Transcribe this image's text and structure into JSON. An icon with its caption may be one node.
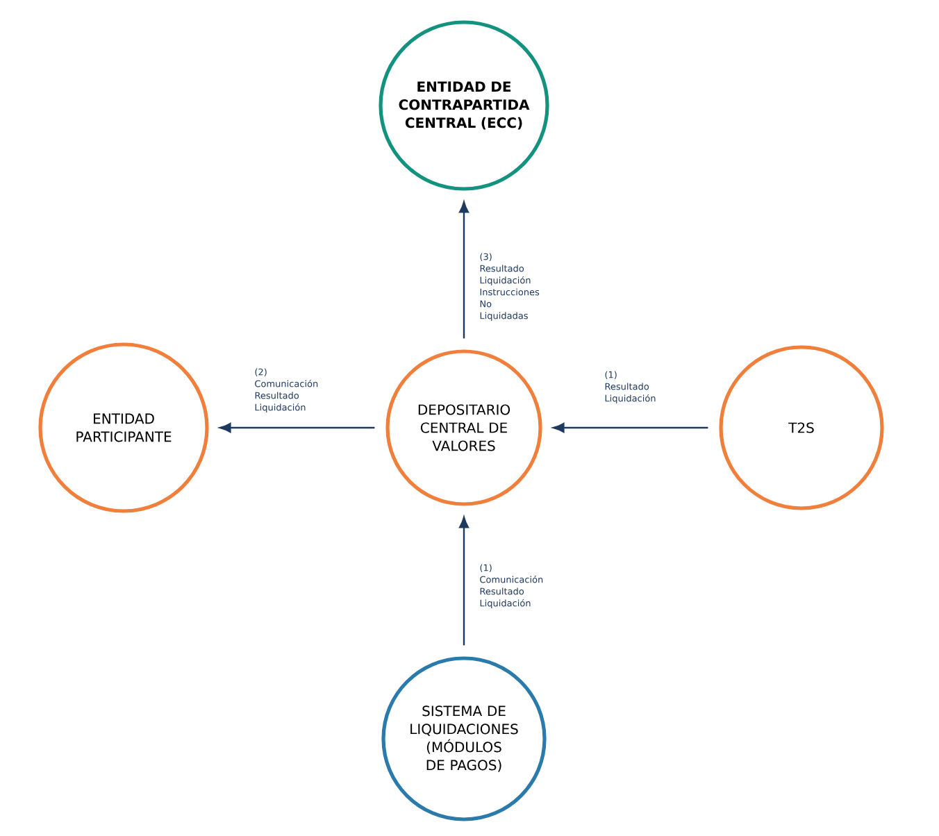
{
  "diagram": {
    "nodes": [
      {
        "text": [
          "ENTIDAD DE CONTRAPARTIDA CENTRAL (ECC)"
        ]
      },
      {
        "text": [
          "ENTIDAD PARTICIPANTE"
        ]
      },
      {
        "text": [
          "DEPOSITARIO CENTRAL DE VALORES"
        ]
      },
      {
        "text": [
          "T2S"
        ]
      },
      {
        "text": [
          "SISTEMA DE LIQUIDACIONES (MÓDULOS DE PAGOS)"
        ]
      }
    ],
    "edges": [
      {
        "from": 2,
        "to": 0,
        "arrow": "to",
        "label": "(3) Resultado Liquidación Instrucciones No Liquidadas"
      },
      {
        "from": 2,
        "to": 1,
        "arrow": "to",
        "label": "(2) Comunicación Resultado Liquidación"
      },
      {
        "from": 3,
        "to": 2,
        "arrow": "to",
        "label": "(1) Resultado Liquidación"
      },
      {
        "from": 4,
        "to": 2,
        "arrow": "to",
        "label": "(1) Comunicación Resultado Liquidación"
      }
    ]
  }
}
